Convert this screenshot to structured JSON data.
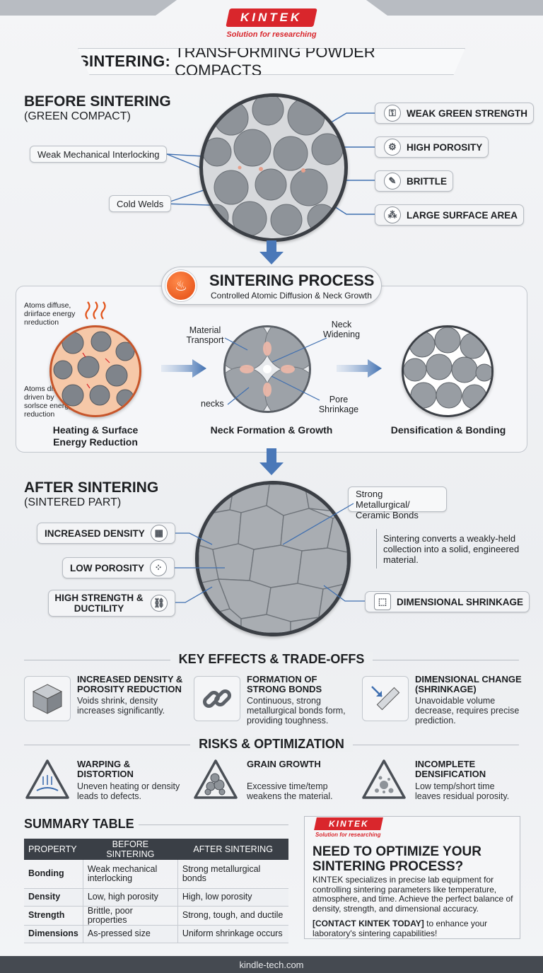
{
  "brand": {
    "name": "KINTEK",
    "tagline": "Solution for researching"
  },
  "title": {
    "bold": "SINTERING:",
    "rest": "TRANSFORMING POWDER COMPACTS"
  },
  "before": {
    "heading": "BEFORE SINTERING",
    "sub": "(GREEN COMPACT)",
    "labels": {
      "interlock": "Weak Mechanical Interlocking",
      "welds": "Cold Welds"
    },
    "properties": [
      "WEAK GREEN STRENGTH",
      "HIGH POROSITY",
      "BRITTLE",
      "LARGE SURFACE AREA"
    ]
  },
  "process": {
    "title": "SINTERING PROCESS",
    "subtitle": "Controlled Atomic Diffusion & Neck Growth",
    "note_top": "Atoms diffuse, driirface energy nreduction",
    "note_bottom": "Atoms diffuse, driven by sorlsce energy reduction",
    "stage1": "Heating & Surface Energy Reduction",
    "stage2": "Neck Formation & Growth",
    "stage3": "Densification & Bonding",
    "callouts": {
      "transport": "Material Transport",
      "widening": "Neck Widening",
      "necks": "necks",
      "shrinkage": "Pore Shrinkage"
    }
  },
  "after": {
    "heading": "AFTER SINTERING",
    "sub": "(SINTERED PART)",
    "bonds": "Strong Metallurgical/ Ceramic Bonds",
    "quote": "Sintering converts a weakly-held collection into a solid, engineered material.",
    "properties": [
      "INCREASED DENSITY",
      "LOW POROSITY",
      "HIGH STRENGTH & DUCTILITY"
    ],
    "shrinkage": "DIMENSIONAL SHRINKAGE"
  },
  "key_effects": {
    "heading": "KEY EFFECTS & TRADE-OFFS",
    "items": [
      {
        "title": "INCREASED DENSITY & POROSITY REDUCTION",
        "text": "Voids shrink, density increases significantly."
      },
      {
        "title": "FORMATION OF STRONG BONDS",
        "text": "Continuous, strong metallurgical bonds form, providing toughness."
      },
      {
        "title": "DIMENSIONAL CHANGE (SHRINKAGE)",
        "text": "Unavoidable volume decrease, requires precise prediction."
      }
    ]
  },
  "risks": {
    "heading": "RISKS & OPTIMIZATION",
    "items": [
      {
        "title": "WARPING & DISTORTION",
        "text": "Uneven heating or density leads to defects."
      },
      {
        "title": "GRAIN GROWTH",
        "text": "Excessive time/temp weakens the material."
      },
      {
        "title": "INCOMPLETE DENSIFICATION",
        "text": "Low temp/short time leaves residual porosity."
      }
    ]
  },
  "summary": {
    "heading": "SUMMARY TABLE",
    "headers": [
      "PROPERTY",
      "BEFORE SINTERING",
      "AFTER SINTERING"
    ],
    "rows": [
      [
        "Bonding",
        "Weak mechanical interlocking",
        "Strong metallurgical bonds"
      ],
      [
        "Density",
        "Low, high porosity",
        "High, low porosity"
      ],
      [
        "Strength",
        "Brittle, poor properties",
        "Strong, tough, and ductile"
      ],
      [
        "Dimensions",
        "As-pressed size",
        "Uniform shrinkage occurs"
      ]
    ]
  },
  "cta": {
    "badge": "KINTEK",
    "tag": "Solution for researching",
    "heading": "NEED TO OPTIMIZE YOUR SINTERING PROCESS?",
    "text": "KINTEK specializes in precise lab equipment for controlling sintering parameters like temperature, atmosphere, and time. Achieve the perfect balance of density, strength, and dimensional accuracy.",
    "link": "[CONTACT KINTEK TODAY]",
    "link_rest": " to enhance your laboratory's sintering capabilities!"
  },
  "footer": "kindle-tech.com",
  "colors": {
    "brand_red": "#d9262c",
    "dark": "#3a3f46",
    "arrow_blue": "#3f6fb0",
    "heat_orange": "#e2531a"
  }
}
